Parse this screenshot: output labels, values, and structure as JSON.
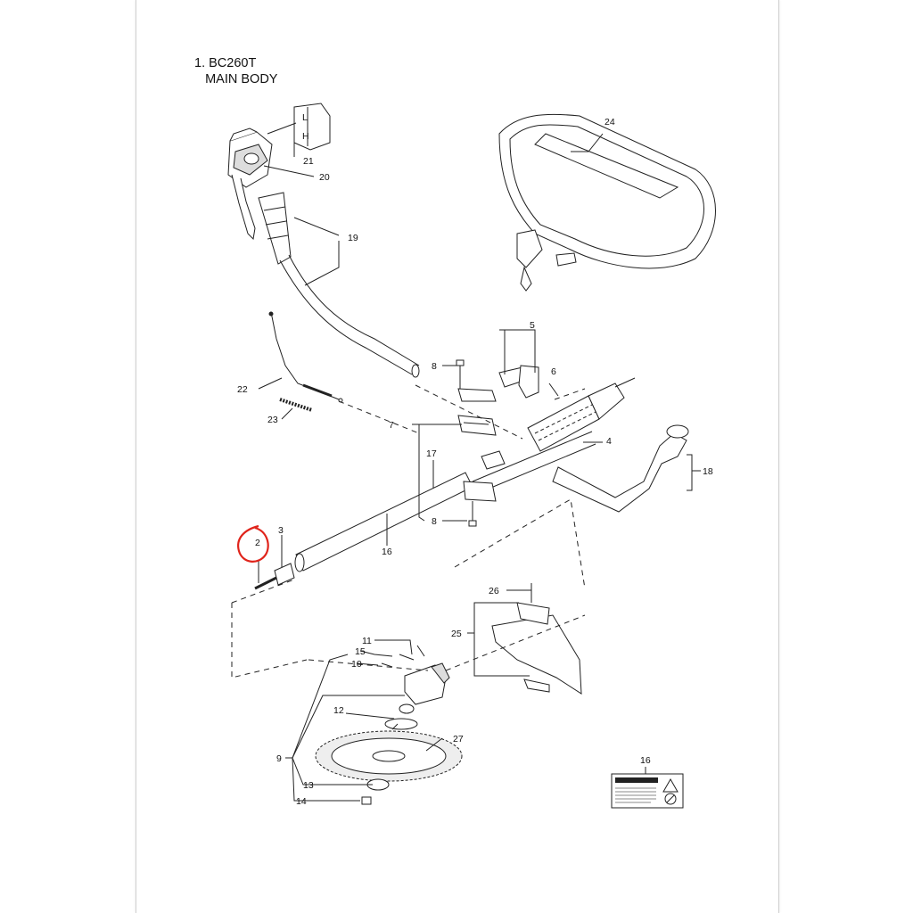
{
  "header": {
    "title_line1": "1. BC260T",
    "title_line2": "   MAIN BODY"
  },
  "lever_box": {
    "letters": [
      "L",
      "H"
    ]
  },
  "labels": {
    "p2": "2",
    "p3": "3",
    "p4": "4",
    "p5": "5",
    "p6": "6",
    "p7": "7",
    "p8a": "8",
    "p8b": "8",
    "p9": "9",
    "p10": "10",
    "p11": "11",
    "p12": "12",
    "p13": "13",
    "p14": "14",
    "p15": "15",
    "p16a": "16",
    "p16b": "16",
    "p17": "17",
    "p18": "18",
    "p19": "19",
    "p20": "20",
    "p21": "21",
    "p22": "22",
    "p23": "23",
    "p24": "24",
    "p25": "25",
    "p26": "26",
    "p27": "27"
  },
  "colors": {
    "line": "#222222",
    "annotation": "#e0241b"
  }
}
